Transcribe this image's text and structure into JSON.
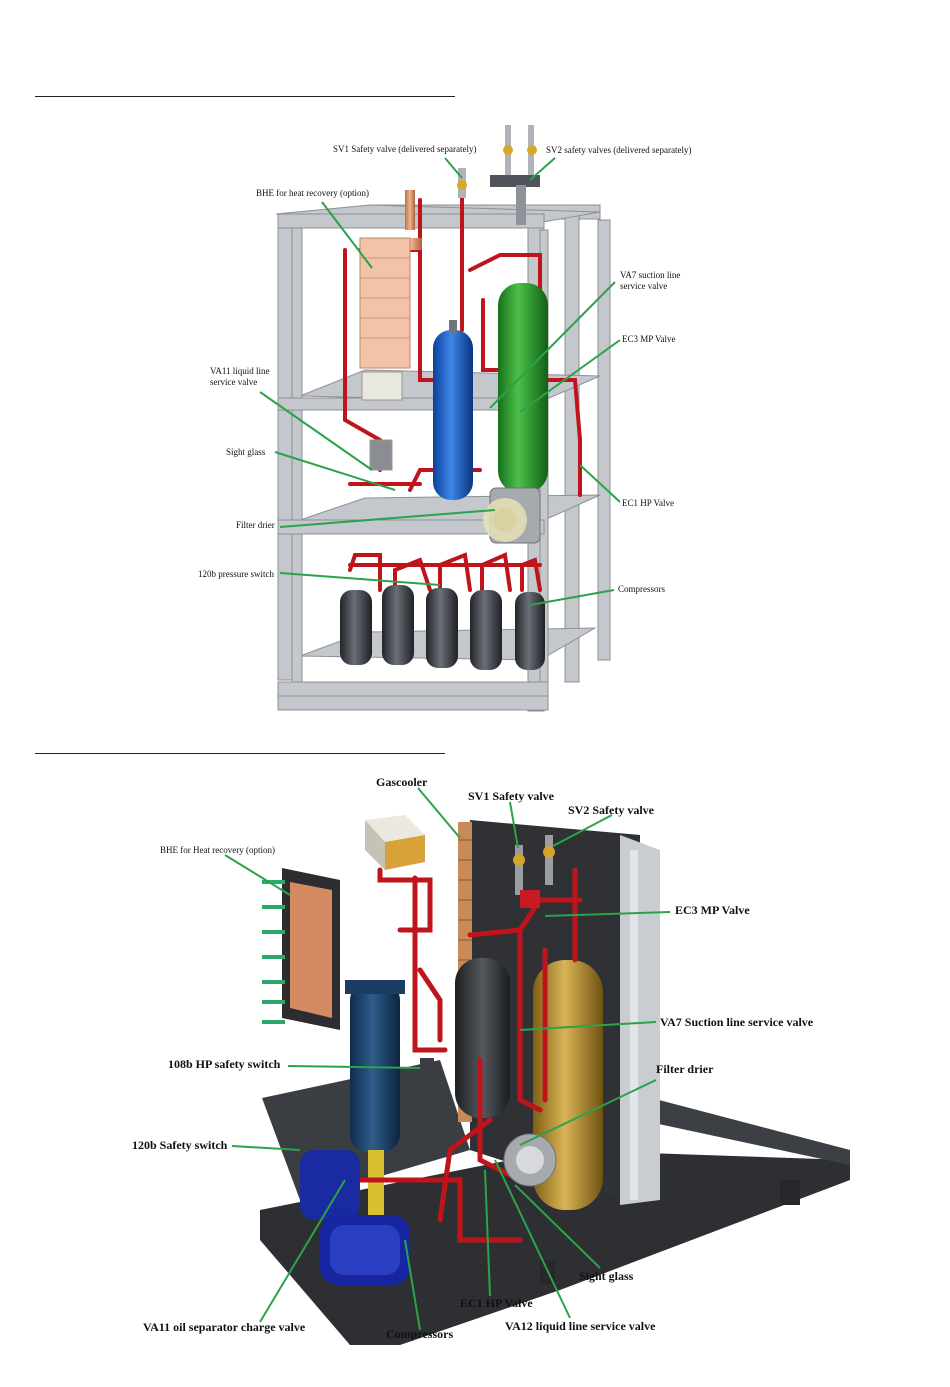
{
  "top_unit": {
    "labels": {
      "sv1": "SV1 Safety valve   (delivered separately)",
      "sv2": "SV2 safety valves (delivered separately)",
      "bhe": "BHE for heat recovery (option)",
      "va7_line1": "VA7 suction line",
      "va7_line2": "service valve",
      "ec3": "EC3 MP Valve",
      "va11_line1": "VA11 liquid line",
      "va11_line2": "service valve",
      "sight_glass": "Sight glass",
      "ec1": "EC1 HP Valve",
      "filter_drier": "Filter drier",
      "pressure_switch": "120b pressure switch",
      "compressors": "Compressors"
    }
  },
  "bottom_unit": {
    "labels": {
      "gascooler": "Gascooler",
      "sv1": "SV1 Safety valve",
      "sv2": "SV2 Safety valve",
      "bhe": "BHE for Heat recovery (option)",
      "ec3": "EC3 MP Valve",
      "va7": "VA7 Suction line service valve",
      "hp_switch": "108b HP safety switch",
      "filter_drier": "Filter drier",
      "safety_switch": "120b Safety switch",
      "sight_glass": "Sight glass",
      "ec1": "EC1 HP Valve",
      "va11": "VA11 oil separator charge valve",
      "compressors": "Compressors",
      "va12": "VA12 liquid line service valve"
    }
  },
  "colors": {
    "leader": "#2aa34a",
    "frame": "#b9bcc2",
    "pipe": "#c0141c",
    "receiver_green": "#2e9a2e",
    "receiver_blue": "#1c5fc0",
    "compressor": "#3c3f45",
    "bottom_compressor": "#1a2aa0",
    "tank_gold": "#b8902e",
    "tank_dark": "#35383d",
    "base_plate": "#2d2f33"
  }
}
